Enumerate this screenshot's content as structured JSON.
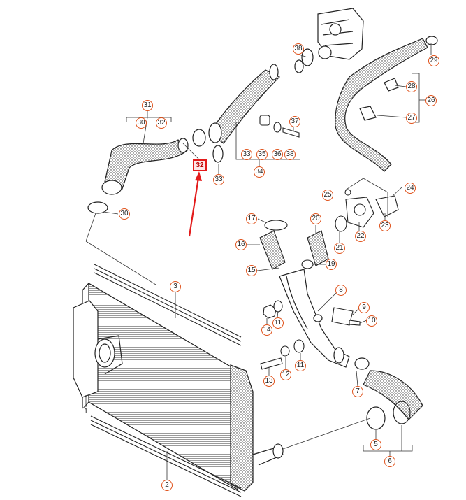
{
  "diagram": {
    "highlighted_part": "32",
    "arrow_color": "#e31b1b",
    "callout_color": "#e0531c",
    "callouts": {
      "c29": "29",
      "c38": "38",
      "c28": "28",
      "c26": "26",
      "c27": "27",
      "c31": "31",
      "c30a": "30",
      "c32a": "32",
      "c37": "37",
      "c32b": "32",
      "c33a": "33",
      "c35": "35",
      "c36": "36",
      "c38b": "38",
      "c34": "34",
      "c33b": "33",
      "c30b": "30",
      "c25": "25",
      "c24": "24",
      "c23": "23",
      "c22": "22",
      "c17": "17",
      "c20": "20",
      "c21": "21",
      "c16": "16",
      "c19": "19",
      "c15": "15",
      "c3": "3",
      "c8": "8",
      "c9": "9",
      "c10": "10",
      "c14": "14",
      "c11a": "11",
      "c13": "13",
      "c12": "12",
      "c11b": "11",
      "c7": "7",
      "c1": "1",
      "c5": "5",
      "c6": "6",
      "c2": "2"
    }
  }
}
